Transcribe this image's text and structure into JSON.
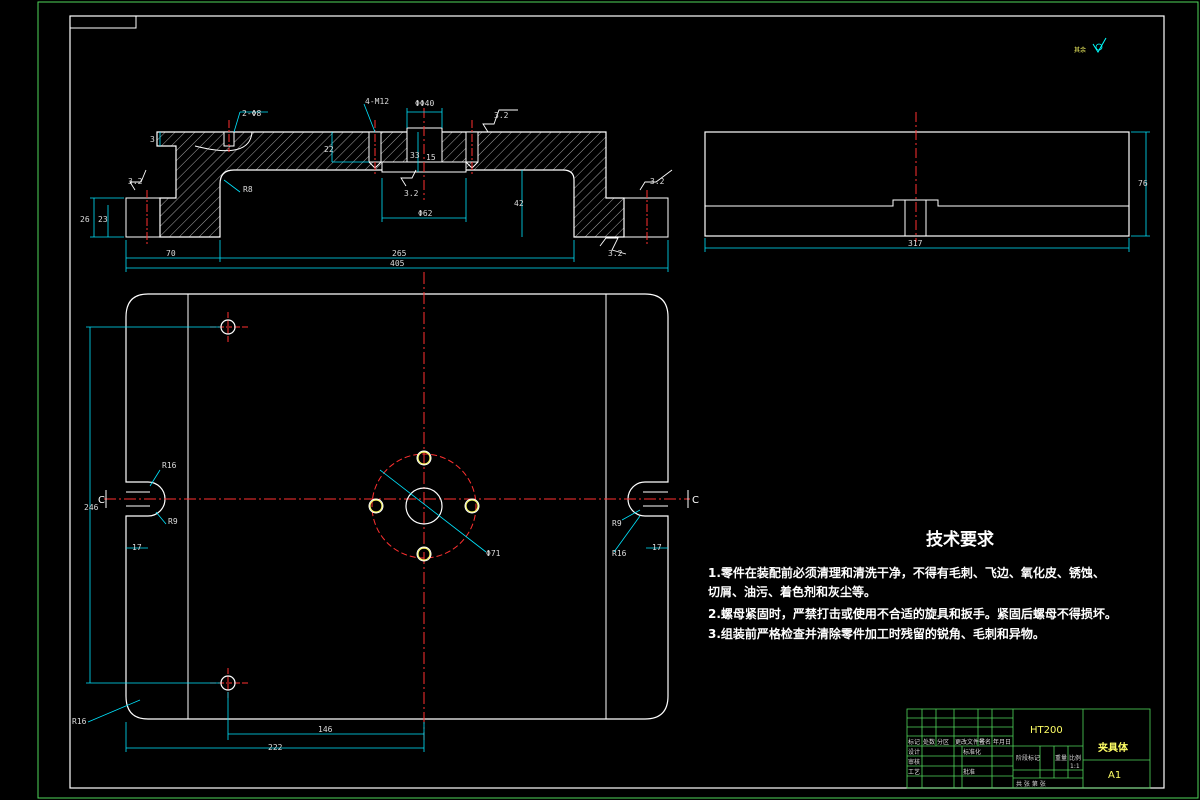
{
  "top_view": {
    "dims": {
      "holes_2": "2-Φ8",
      "holes_4": "4-M12",
      "cb_top": "ΦΦ40",
      "d_3": "3",
      "d_22": "22",
      "d_33": "33",
      "d_15": "15",
      "d_26": "26",
      "d_23": "23",
      "d_42": "42",
      "d_62": "Φ62",
      "r8": "R8",
      "w70": "70",
      "w265": "265",
      "w405": "405"
    },
    "roughness": {
      "r1": "3.2",
      "r2": "3.2",
      "r3": "3.2",
      "r4": "3.2",
      "r5": "3.2"
    }
  },
  "side_view": {
    "h76": "76",
    "w317": "317"
  },
  "plan_view": {
    "d246": "246",
    "r16_left": "R16",
    "r9_left": "R9",
    "d17_left": "17",
    "r16_right": "R16",
    "r9_right": "R9",
    "d17_right": "17",
    "c_left": "C",
    "c_right": "C",
    "phi71": "Φ71",
    "r16_corner": "R16",
    "d146": "146",
    "d222": "222"
  },
  "top_right_mark": "其余",
  "requirements": {
    "title": "技术要求",
    "line1": "1.零件在装配前必须清理和清洗干净，不得有毛刺、飞边、氧化皮、锈蚀、",
    "line1b": "切屑、油污、着色剂和灰尘等。",
    "line2": "2.螺母紧固时，严禁打击或使用不合适的旋具和扳手。紧固后螺母不得损坏。",
    "line3": "3.组装前严格检查并清除零件加工时残留的锐角、毛刺和异物。"
  },
  "title_block": {
    "material": "HT200",
    "part_name": "夹具体",
    "sheet": "A1",
    "c_mark": "标记",
    "c_count": "处数",
    "c_zone": "分区",
    "c_change": "更改文件号",
    "c_sign": "签名",
    "c_date": "年月日",
    "c_design": "设计",
    "c_std": "标准化",
    "c_check": "审核",
    "c_craft": "工艺",
    "c_approve": "批准",
    "c_stage": "阶段标记",
    "c_weight": "重量",
    "c_ratio": "比例",
    "ratio": "1:1",
    "c_sheets": "共 张 第 张"
  }
}
